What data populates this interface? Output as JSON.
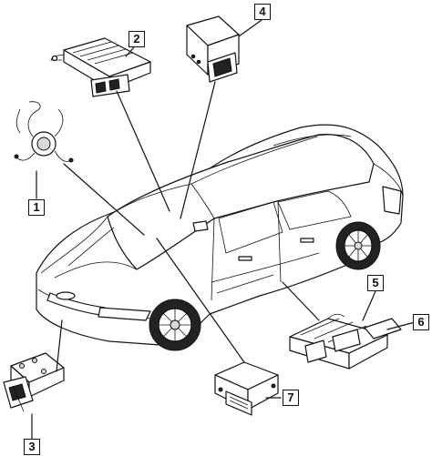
{
  "diagram": {
    "callouts": [
      {
        "id": "1",
        "label": "1"
      },
      {
        "id": "2",
        "label": "2"
      },
      {
        "id": "3",
        "label": "3"
      },
      {
        "id": "4",
        "label": "4"
      },
      {
        "id": "5",
        "label": "5"
      },
      {
        "id": "6",
        "label": "6"
      },
      {
        "id": "7",
        "label": "7"
      }
    ],
    "colors": {
      "line": "#111111",
      "background": "#ffffff",
      "shade": "#d9d9d9"
    }
  }
}
